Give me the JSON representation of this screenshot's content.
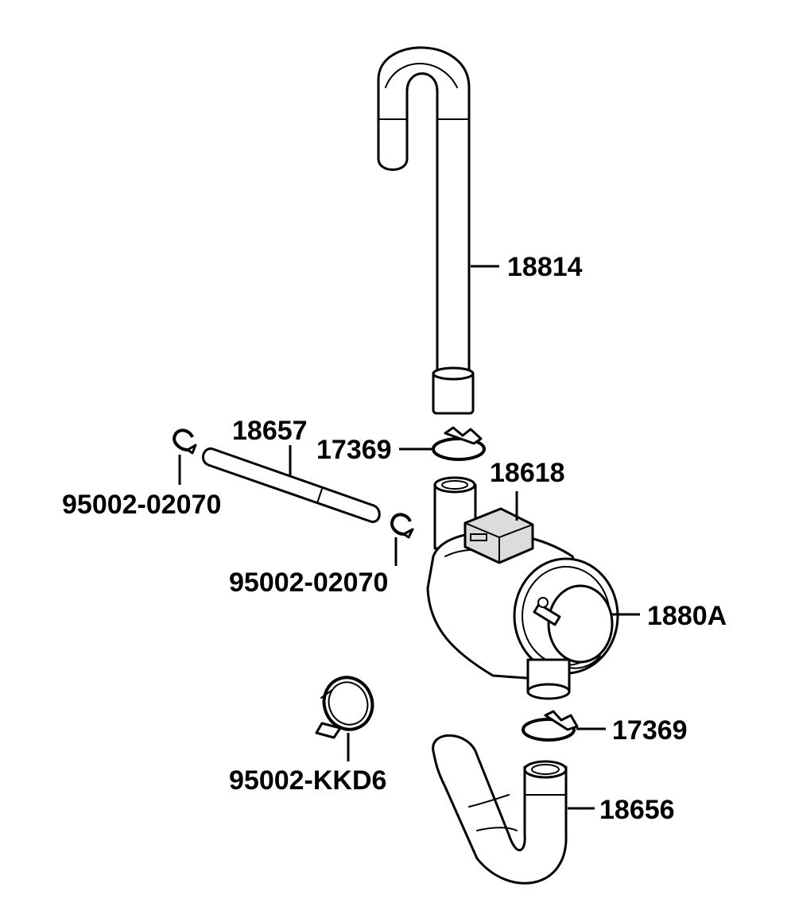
{
  "parts": {
    "hose_top": "18814",
    "tube_breather": "18657",
    "clamp_upper": "17369",
    "pipe_fitting": "18618",
    "clip_left": "95002-02070",
    "clip_right": "95002-02070",
    "separator": "1880A",
    "clamp_lower": "17369",
    "band_clamp": "95002-KKD6",
    "hose_bottom": "18656"
  },
  "colors": {
    "line": "#000000",
    "fill": "#ffffff",
    "shade": "#dcdcdc"
  }
}
